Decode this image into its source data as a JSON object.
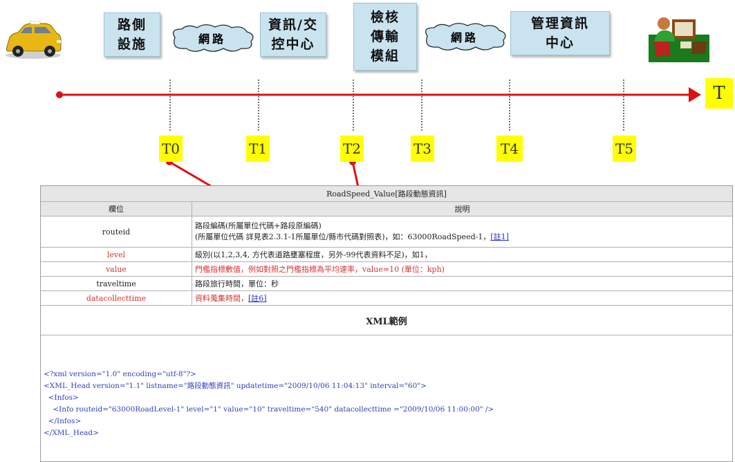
{
  "top_boxes": [
    {
      "id": "roadside",
      "label": "路側\n設施"
    },
    {
      "id": "info_center",
      "label": "資訊/交\n控中心"
    },
    {
      "id": "check_module",
      "label": "檢核\n傳輸\n模組"
    },
    {
      "id": "mgmt_center",
      "label": "管理資訊\n中心"
    }
  ],
  "network_labels": [
    "網路",
    "網路"
  ],
  "icons": {
    "left": "taxi-car-icon",
    "right": "operator-at-computer-icon"
  },
  "colors": {
    "box_fill": "#c9e3ef",
    "arrow_red": "#dd1111",
    "time_label_bg": "#ffff00",
    "cloud": "#c9e3ef"
  },
  "timeline": {
    "axis_label": "T",
    "ticks": [
      "T0",
      "T1",
      "T2",
      "T3",
      "T4",
      "T5"
    ]
  },
  "table": {
    "title": "RoadSpeed_Value[路段動態資訊]",
    "col_headers": [
      "欄位",
      "說明"
    ],
    "rows": [
      {
        "field": "routeid",
        "desc_line1": "路段編碼(所屬單位代碼+路段原編碼)",
        "desc_line2": "(所屬單位代碼 詳見表2.3.1-1所屬單位/縣市代碼對照表)，如：63000RoadSpeed-1，",
        "link": "[註1]",
        "red": false
      },
      {
        "field": "level",
        "desc_line1": "級別(以1,2,3,4, 方代表道路壅塞程度，另外-99代表資料不足)，如1，",
        "desc_line2": "",
        "link": "",
        "red": true
      },
      {
        "field": "value",
        "desc_line1": "門檻指標數值，例如對照之門檻指標為平均速率，value=10 (單位：kph)",
        "desc_line2": "",
        "link": "",
        "red": true
      },
      {
        "field": "traveltime",
        "desc_line1": "路段旅行時間，單位：秒",
        "desc_line2": "",
        "link": "",
        "red": false
      },
      {
        "field": "datacollecttime",
        "desc_line1": "資料蒐集時間，",
        "desc_line2": "",
        "link": "[註6]",
        "red": true
      }
    ],
    "xml_section_title": "XML範例",
    "xml_lines": [
      "<?xml version=\"1.0\" encoding=\"utf-8\"?>",
      "<XML_Head version=\"1.1\" listname=\"路段動態資訊\" updatetime=\"2009/10/06 11:04:13\" interval=\"60\">",
      "  <Infos>",
      "    <Info routeid=\"63000RoadLevel-1\" level=\"1\" value=\"10\" traveltime=\"540\" datacollecttime =\"2009/10/06 11:00:00\" />",
      "  </Infos>",
      "</XML_Head>"
    ]
  }
}
